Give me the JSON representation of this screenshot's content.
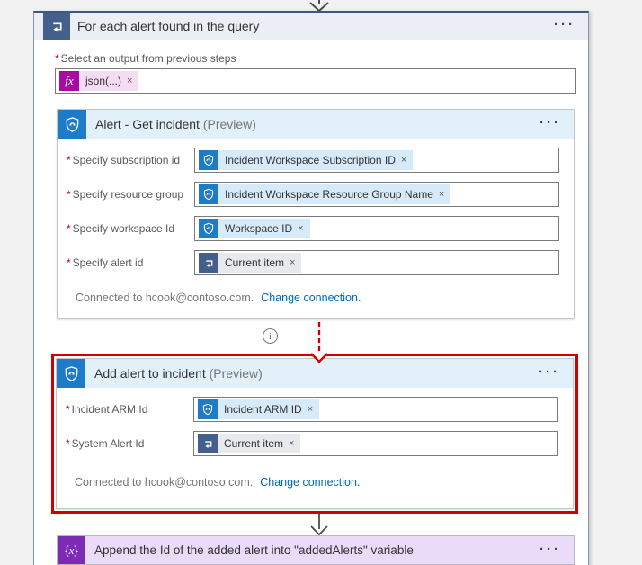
{
  "ui": {
    "required": "*",
    "dismiss": "×",
    "menu": "···",
    "info": "i"
  },
  "colors": {
    "foreach_icon": "#44608a",
    "sentinel_icon": "#1e7bc8",
    "expression_icon": "#a80ba2",
    "variable_icon": "#7c2bb5",
    "highlight_red": "#d10000",
    "link_blue": "#0067b8",
    "card_header_blue": "#e2f0fa",
    "append_lavender": "#eadcf8"
  },
  "foreach": {
    "title": "For each alert found in the query",
    "param": {
      "label": "Select an output from previous steps",
      "token": {
        "icon": "fx",
        "text": "json(...)"
      }
    }
  },
  "get_incident_card": {
    "title": "Alert - Get incident",
    "title_suffix": "(Preview)",
    "fields": [
      {
        "label": "Specify subscription id",
        "token": {
          "icon": "sentinel",
          "text": "Incident Workspace Subscription ID"
        }
      },
      {
        "label": "Specify resource group",
        "token": {
          "icon": "sentinel",
          "text": "Incident Workspace Resource Group Name"
        }
      },
      {
        "label": "Specify workspace Id",
        "token": {
          "icon": "sentinel",
          "text": "Workspace ID"
        }
      },
      {
        "label": "Specify alert id",
        "token": {
          "icon": "foreach",
          "text": "Current item"
        }
      }
    ],
    "connection": {
      "text": "Connected to hcook@contoso.com.",
      "link": "Change connection."
    }
  },
  "add_alert_card": {
    "title": "Add alert to incident",
    "title_suffix": "(Preview)",
    "highlighted": true,
    "fields": [
      {
        "label": "Incident ARM Id",
        "token": {
          "icon": "sentinel",
          "text": "Incident ARM ID"
        }
      },
      {
        "label": "System Alert Id",
        "token": {
          "icon": "foreach",
          "text": "Current item"
        }
      }
    ],
    "connection": {
      "text": "Connected to hcook@contoso.com.",
      "link": "Change connection."
    }
  },
  "append_action": {
    "title": "Append the Id of the added alert into \"addedAlerts\" variable"
  }
}
